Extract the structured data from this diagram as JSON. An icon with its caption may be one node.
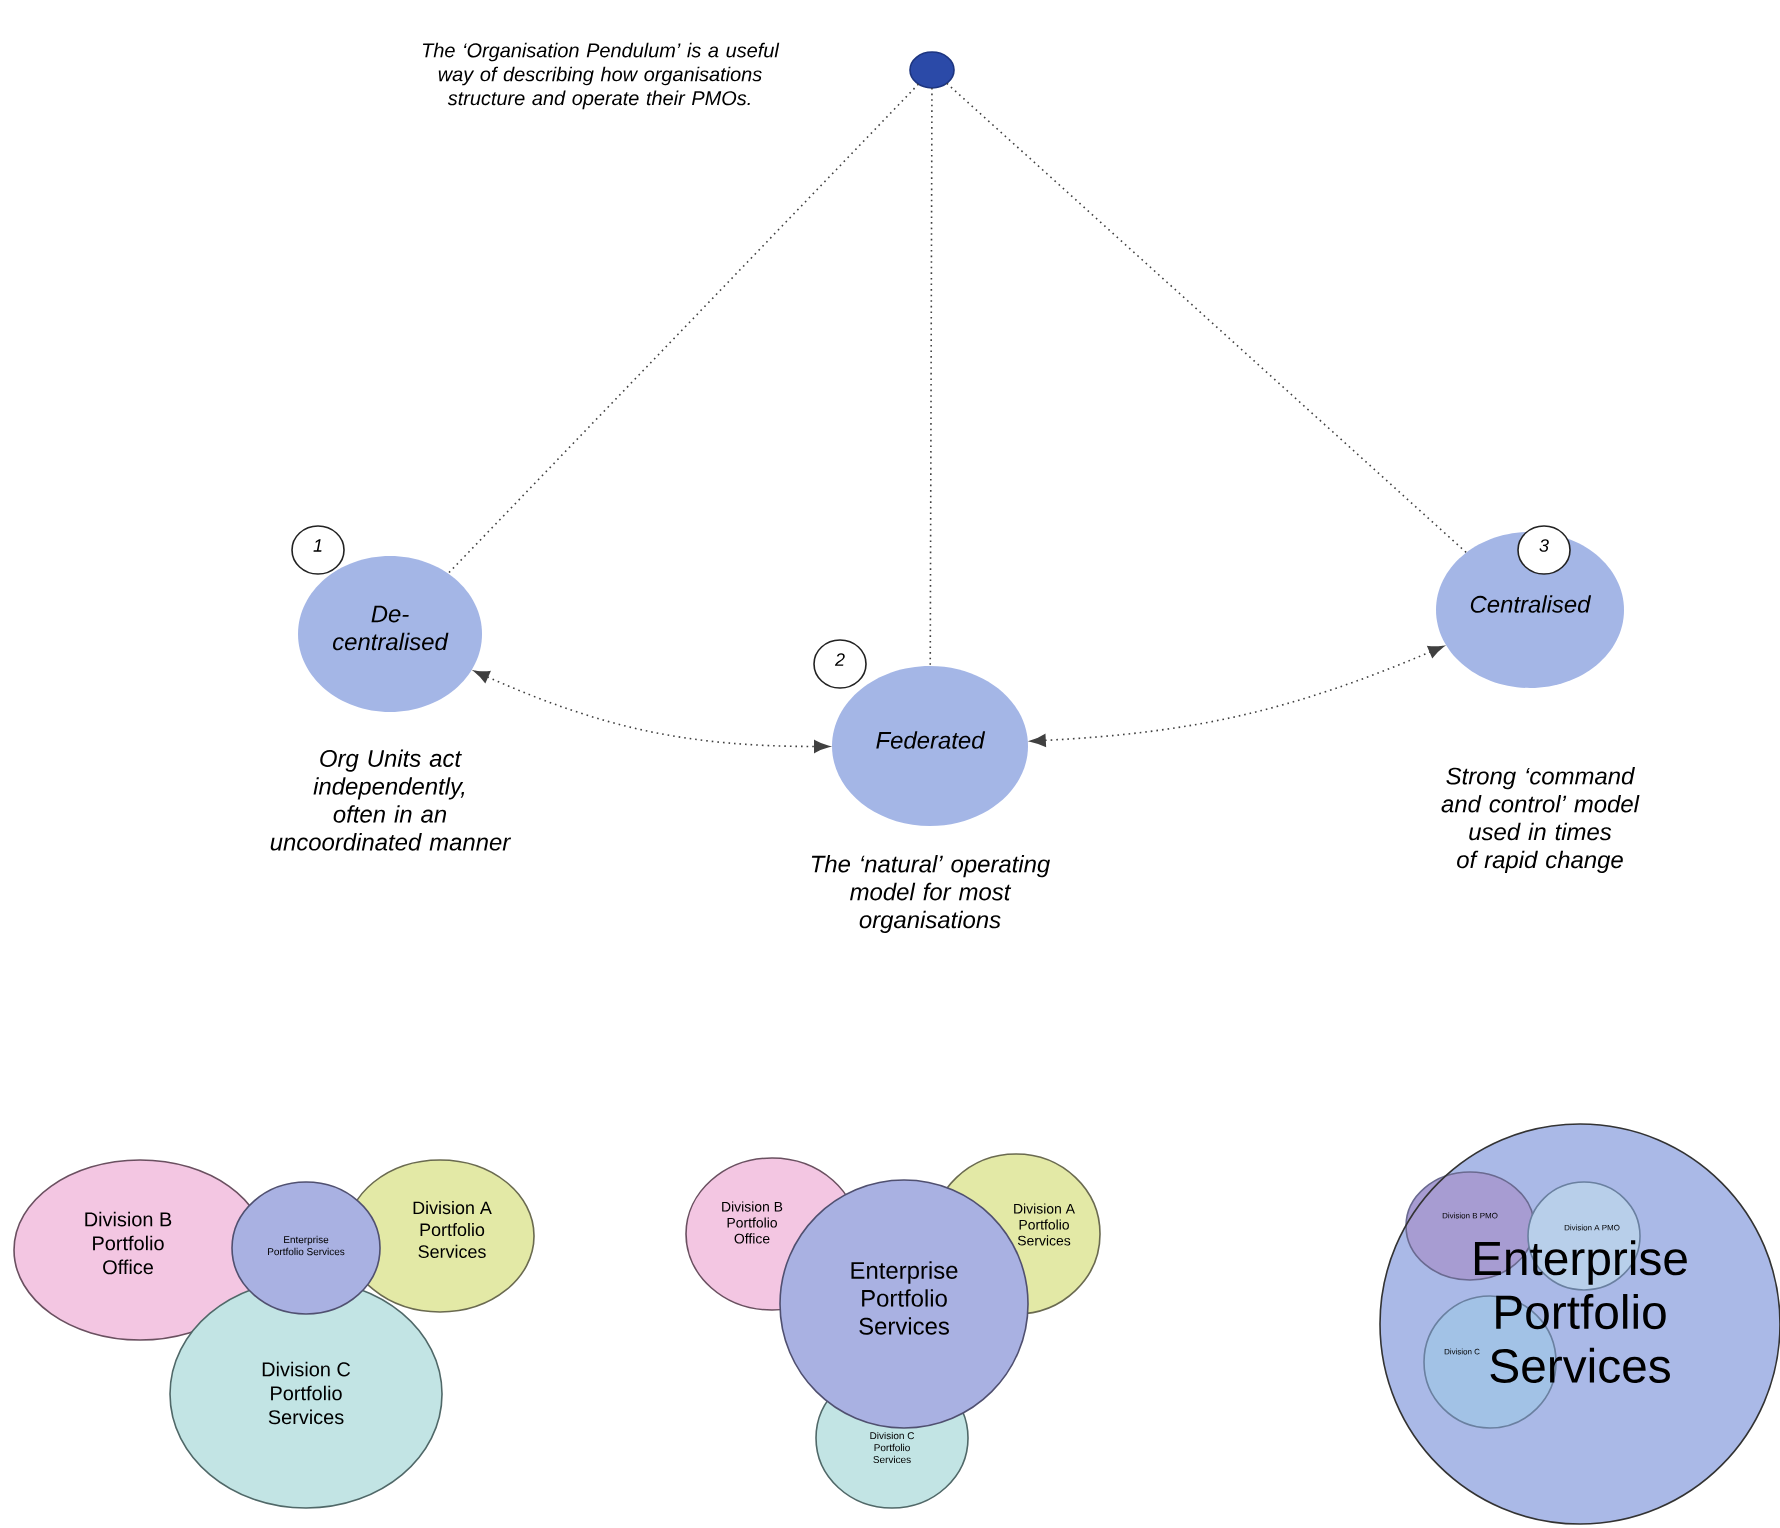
{
  "diagram": {
    "nodes": [
      {
        "text": [],
        "shape": "circle"
      },
      {
        "text": [
          "1"
        ]
      },
      {
        "text": [
          "De-centralised"
        ],
        "beside": [
          "Org Units act independently, often in an uncoordinated manner"
        ]
      },
      {
        "text": [
          "2"
        ]
      },
      {
        "text": [
          "Federated"
        ],
        "beside": [
          "The ‘natural’ operating model for most organisations"
        ]
      },
      {
        "text": [
          "3"
        ]
      },
      {
        "text": [
          "Centralised"
        ],
        "beside": [
          "Strong ‘command and control’ model used in times of rapid change"
        ]
      },
      {
        "text": [
          "Division B Portfolio Office"
        ]
      },
      {
        "text": [
          "Enterprise Portfolio Services"
        ]
      },
      {
        "text": [
          "Division A Portfolio Services"
        ]
      },
      {
        "text": [
          "Division C Portfolio Services"
        ]
      },
      {
        "text": [
          "Division B Portfolio Office"
        ]
      },
      {
        "text": [
          "Enterprise Portfolio Services"
        ]
      },
      {
        "text": [
          "Division A Portfolio Services"
        ]
      },
      {
        "text": [
          "Division C Portfolio Services"
        ]
      },
      {
        "text": [
          "Enterprise Portfolio Services"
        ]
      },
      {
        "text": [
          "Division B PMO"
        ],
        "in": 15
      },
      {
        "text": [
          "Division A PMO"
        ],
        "in": 15
      },
      {
        "text": [
          "Division C"
        ],
        "in": 15
      }
    ],
    "edges": [
      {
        "from": 0,
        "to": 2,
        "arrow": "none"
      },
      {
        "from": 0,
        "to": 4,
        "arrow": "none"
      },
      {
        "from": 0,
        "to": 6,
        "arrow": "none"
      },
      {
        "from": 2,
        "to": 4,
        "arrow": "both"
      },
      {
        "from": 4,
        "to": 6,
        "arrow": "both"
      }
    ],
    "labels": [
      "The ‘Organisation Pendulum’ is a useful way of describing how organisations structure and operate their PMOs."
    ]
  }
}
